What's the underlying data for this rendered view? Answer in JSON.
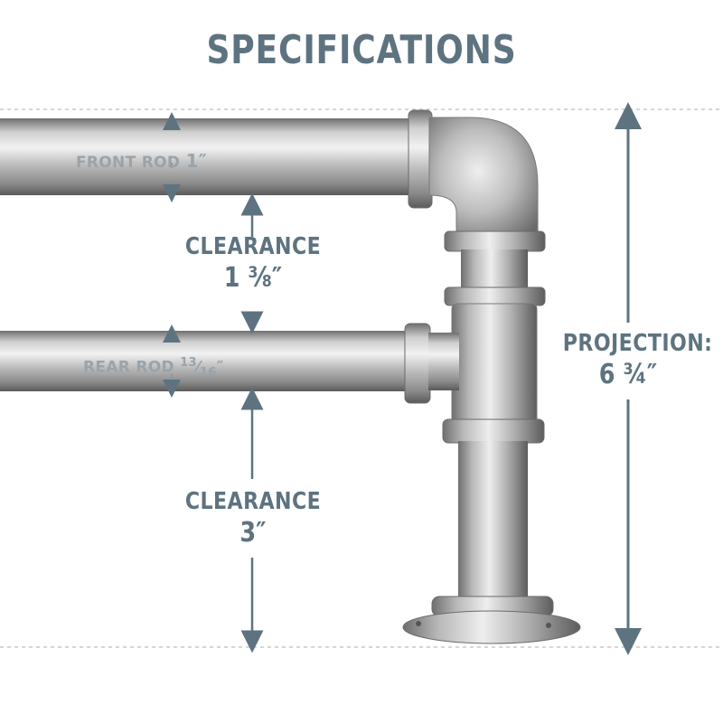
{
  "title": "SPECIFICATIONS",
  "front_rod": {
    "label": "FRONT ROD",
    "size": "1″"
  },
  "rear_rod": {
    "label": "REAR ROD",
    "size_num": "13",
    "size_slash": "⁄",
    "size_den": "16",
    "size_mark": "″"
  },
  "clearance_top": {
    "label": "CLEARANCE",
    "value": "1 ⅜″"
  },
  "clearance_bottom": {
    "label": "CLEARANCE",
    "value": "3″"
  },
  "projection": {
    "label": "PROJECTION:",
    "value": "6 ¾″"
  },
  "colors": {
    "text": "#5e7380",
    "label_light": "#8a969e",
    "arrow": "#5e7380",
    "guide": "#c9c9c9"
  }
}
